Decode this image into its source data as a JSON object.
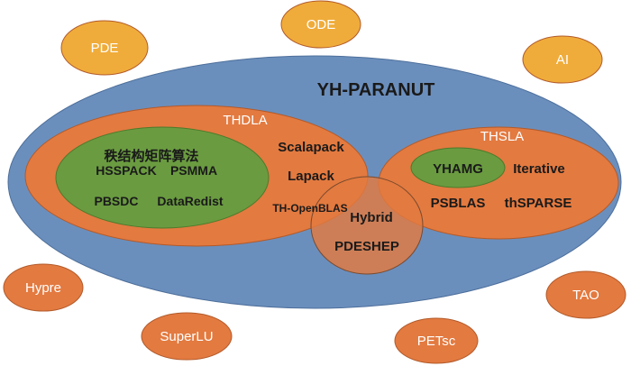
{
  "colors": {
    "outer_blue": "#6b8fbd",
    "orange": "#e37a40",
    "orange_stroke": "#b25a2a",
    "green": "#6a9b40",
    "green_stroke": "#4d7a2a",
    "satellite_yellow": "#f0ac3a",
    "text_light": "#ffffff",
    "text_dark": "#1a1a1a"
  },
  "diagram": {
    "title": "YH-PARANUT",
    "thdla": {
      "label": "THDLA",
      "items": [
        "Scalapack",
        "Lapack",
        "TH-OpenBLAS"
      ],
      "structured": {
        "label": "秩结构矩阵算法",
        "items": [
          "HSSPACK",
          "PSMMA",
          "PBSDC",
          "DataRedist"
        ]
      }
    },
    "thsla": {
      "label": "THSLA",
      "yhamg": "YHAMG",
      "items": [
        "Iterative",
        "PSBLAS",
        "thSPARSE"
      ]
    },
    "hybrid": {
      "label": "Hybrid",
      "item": "PDESHEP"
    }
  },
  "satellites": {
    "pde": "PDE",
    "ode": "ODE",
    "ai": "AI",
    "hypre": "Hypre",
    "superlu": "SuperLU",
    "petsc": "PETsc",
    "tao": "TAO"
  }
}
